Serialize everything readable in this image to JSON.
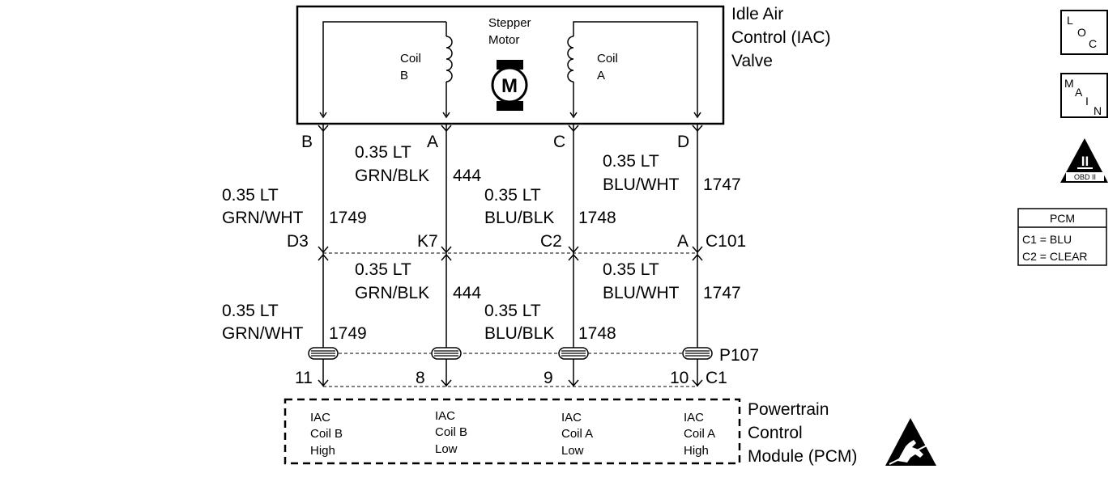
{
  "iac": {
    "title": [
      "Idle Air",
      "Control (IAC)",
      "Valve"
    ],
    "motor": [
      "Stepper",
      "Motor"
    ],
    "motor_symbol": "M",
    "coil_b": [
      "Coil",
      "B"
    ],
    "coil_a": [
      "Coil",
      "A"
    ],
    "pins": [
      "B",
      "A",
      "C",
      "D"
    ]
  },
  "wires_upper": [
    {
      "size": "0.35 LT",
      "color": "GRN/WHT",
      "circuit": "1749"
    },
    {
      "size": "0.35 LT",
      "color": "GRN/BLK",
      "circuit": "444"
    },
    {
      "size": "0.35 LT",
      "color": "BLU/BLK",
      "circuit": "1748"
    },
    {
      "size": "0.35 LT",
      "color": "BLU/WHT",
      "circuit": "1747"
    }
  ],
  "c101": {
    "pins": [
      "D3",
      "K7",
      "C2",
      "A"
    ],
    "name": "C101"
  },
  "wires_lower": [
    {
      "size": "0.35 LT",
      "color": "GRN/WHT",
      "circuit": "1749"
    },
    {
      "size": "0.35 LT",
      "color": "GRN/BLK",
      "circuit": "444"
    },
    {
      "size": "0.35 LT",
      "color": "BLU/BLK",
      "circuit": "1748"
    },
    {
      "size": "0.35 LT",
      "color": "BLU/WHT",
      "circuit": "1747"
    }
  ],
  "p107": {
    "name": "P107"
  },
  "c1": {
    "pins": [
      "11",
      "8",
      "9",
      "10"
    ],
    "name": "C1"
  },
  "pcm": {
    "terminals": [
      [
        "IAC",
        "Coil B",
        "High"
      ],
      [
        "IAC",
        "Coil B",
        "Low"
      ],
      [
        "IAC",
        "Coil A",
        "Low"
      ],
      [
        "IAC",
        "Coil A",
        "High"
      ]
    ],
    "title": [
      "Powertrain",
      "Control",
      "Module (PCM)"
    ]
  },
  "legend": {
    "loc": [
      "L",
      "O",
      "C"
    ],
    "main": [
      "M",
      "A",
      "I",
      "N"
    ],
    "obd": {
      "numeral": "II",
      "label": "OBD II"
    },
    "pcm_box": {
      "title": "PCM",
      "rows": [
        "C1 = BLU",
        "C2 = CLEAR"
      ]
    }
  }
}
